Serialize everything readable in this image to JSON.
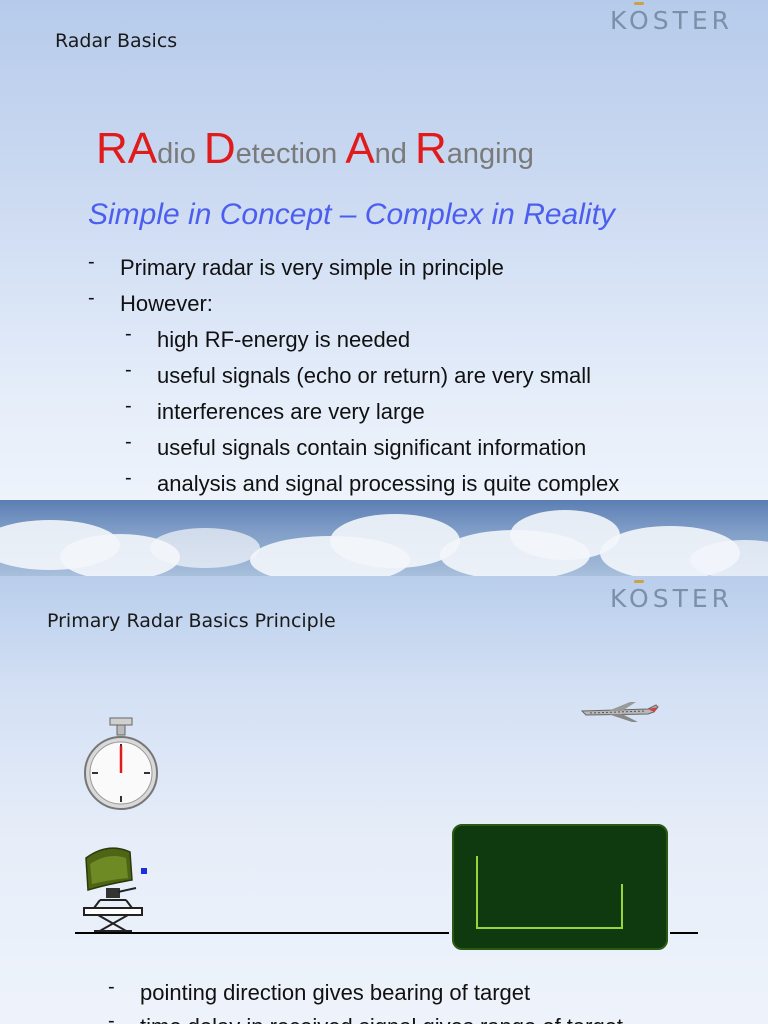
{
  "slide1": {
    "small_title": "Radar Basics",
    "logo": "KOSTER",
    "title_parts": [
      {
        "text": "RA",
        "cap": true
      },
      {
        "text": "dio ",
        "cap": false
      },
      {
        "text": "D",
        "cap": true
      },
      {
        "text": "etection ",
        "cap": false
      },
      {
        "text": "A",
        "cap": true
      },
      {
        "text": "nd ",
        "cap": false
      },
      {
        "text": "R",
        "cap": true
      },
      {
        "text": "anging",
        "cap": false
      }
    ],
    "subtitle": "Simple in Concept – Complex in Reality",
    "bullets": [
      "Primary radar is very simple in principle",
      "However:"
    ],
    "sub_bullets": [
      "high RF-energy is needed",
      "useful signals (echo or return) are very small",
      "interferences are very large",
      "useful signals contain significant information",
      "analysis and signal processing is quite complex"
    ],
    "dash": "-"
  },
  "slide2": {
    "small_title": "Primary Radar Basics Principle",
    "logo": "KOSTER",
    "bullets": [
      "pointing direction gives bearing of target",
      "time delay in received signal gives range of target"
    ],
    "dash": "-"
  },
  "colors": {
    "red_caps": "#e01b1b",
    "subtitle_blue": "#4b5ef0",
    "scope_green": "#0f3a10",
    "trace_green": "#9ad43a"
  }
}
